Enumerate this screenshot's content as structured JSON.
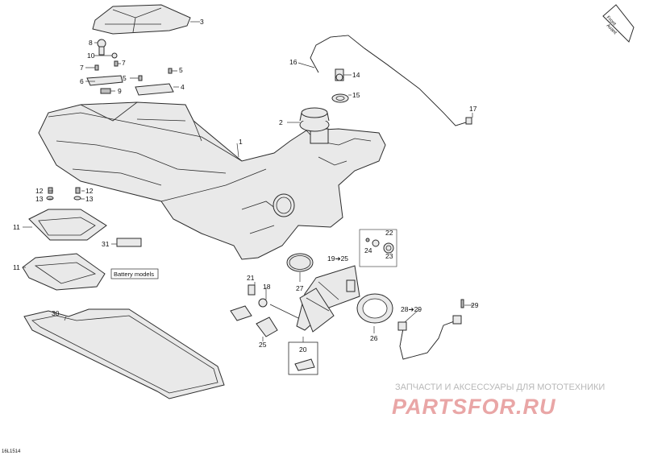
{
  "diagram": {
    "callouts": [
      "1",
      "2",
      "3",
      "4",
      "5",
      "5",
      "6",
      "7",
      "7",
      "8",
      "9",
      "10",
      "11",
      "11",
      "12",
      "12",
      "13",
      "13",
      "14",
      "15",
      "16",
      "17",
      "18",
      "19➔25",
      "20",
      "21",
      "22",
      "23",
      "24",
      "25",
      "26",
      "27",
      "28➔29",
      "29",
      "30",
      "31"
    ],
    "battery_note": "Battery models",
    "front_badge": [
      "Front",
      "Avant"
    ],
    "diagram_code": "16L1514"
  },
  "watermark": {
    "caption": "ЗАПЧАСТИ И АКСЕССУАРЫ ДЛЯ МОТОТЕХНИКИ",
    "brand": "PARTSFOR.RU"
  },
  "colors": {
    "line": "#2b2b2b",
    "part_fill": "#e9e9e9",
    "watermark_brand": "#e9a6a6",
    "watermark_caption": "#b8b8b8"
  }
}
